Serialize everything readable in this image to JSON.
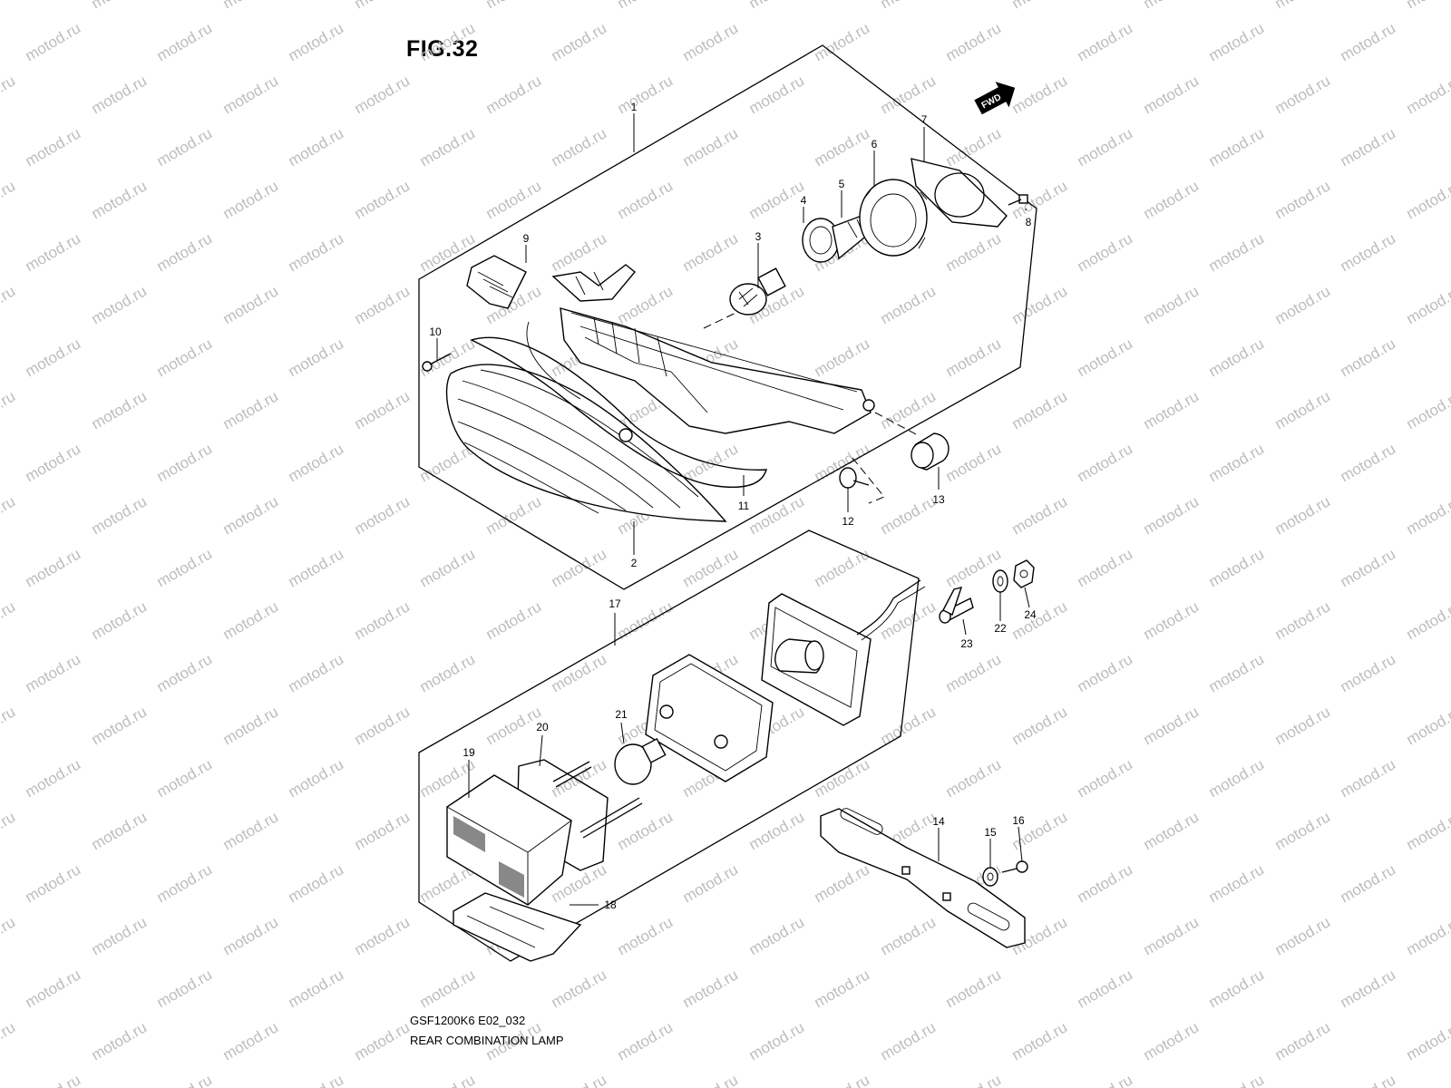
{
  "figure": {
    "title": "FIG.32",
    "code": "GSF1200K6 E02_032",
    "caption": "REAR COMBINATION LAMP"
  },
  "badge": {
    "label": "FWD"
  },
  "watermark": {
    "text": "motod.ru"
  },
  "callouts": [
    "1",
    "2",
    "3",
    "4",
    "5",
    "6",
    "7",
    "8",
    "9",
    "10",
    "11",
    "12",
    "13",
    "14",
    "15",
    "16",
    "17",
    "18",
    "19",
    "20",
    "21",
    "22",
    "23",
    "24"
  ]
}
